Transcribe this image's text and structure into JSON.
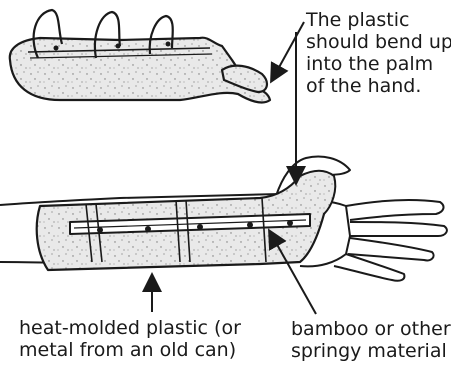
{
  "annotations": {
    "bend_note": {
      "lines": [
        "The plastic",
        "should bend up",
        "into the palm",
        "of the hand."
      ]
    },
    "splint_material": {
      "lines": [
        "heat-molded plastic (or",
        "metal from an old can)"
      ]
    },
    "stiffener_material": {
      "lines": [
        "bamboo or other",
        "springy material"
      ]
    }
  },
  "colors": {
    "ink": "#1a1a1a",
    "fill": "#e6e6e6",
    "background": "#ffffff"
  }
}
